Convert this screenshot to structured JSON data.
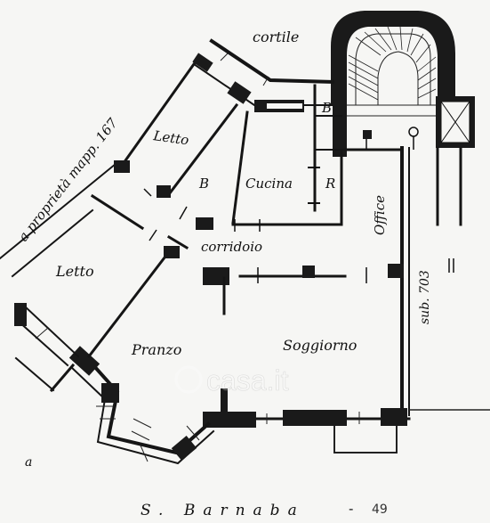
{
  "rooms": {
    "cortile": "cortile",
    "letto_small": "Letto",
    "letto": "Letto",
    "bagno_1": "B",
    "bagno_2": "B",
    "cucina": "Cucina",
    "ripostiglio": "R",
    "office": "Office",
    "corridoio": "corridoio",
    "pranzo": "Pranzo",
    "soggiorno": "Soggiorno"
  },
  "annotations": {
    "proprieta": "a proprietà mapp. 167",
    "sub": "sub. 703",
    "street": "S. Barnaba",
    "page_number": "49",
    "corner_letter": "a",
    "watermark": "casa.it"
  }
}
